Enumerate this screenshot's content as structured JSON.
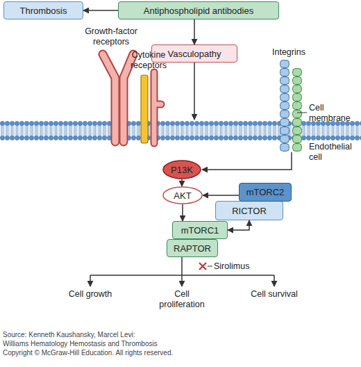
{
  "diagram": {
    "nodes": [
      {
        "text": [
          "Thrombosis"
        ]
      },
      {
        "text": [
          "Antiphospholipid antibodies"
        ]
      },
      {
        "text": [
          "Vasculopathy"
        ]
      },
      {
        "text": [
          "P13K"
        ]
      },
      {
        "text": [
          "AKT"
        ]
      },
      {
        "text": [
          "mTORC2"
        ]
      },
      {
        "text": [
          "RICTOR"
        ]
      },
      {
        "text": [
          "mTORC1"
        ]
      },
      {
        "text": [
          "RAPTOR"
        ]
      }
    ],
    "edges": [
      {
        "from": 1,
        "to": 0,
        "arrow": "to"
      },
      {
        "from": 1,
        "to": 2,
        "arrow": "to"
      },
      {
        "from": 3,
        "to": 4,
        "arrow": "to"
      },
      {
        "from": 5,
        "to": 4,
        "arrow": "to"
      },
      {
        "from": 4,
        "to": 7,
        "arrow": "to"
      },
      {
        "from": 7,
        "to": 6,
        "arrow": "both"
      }
    ],
    "labels": [
      "Growth-factor receptors",
      "Cytokine receptors",
      "Integrins",
      "Cell membrane",
      "Endothelial cell",
      "Sirolimus",
      "Cell growth",
      "Cell proliferation",
      "Cell survival",
      "Source: Kenneth Kaushansky, Marcel Levi:",
      "Williams Hematology Hemostasis and Thrombosis",
      "Copyright © McGraw-Hill Education. All rights reserved."
    ]
  }
}
